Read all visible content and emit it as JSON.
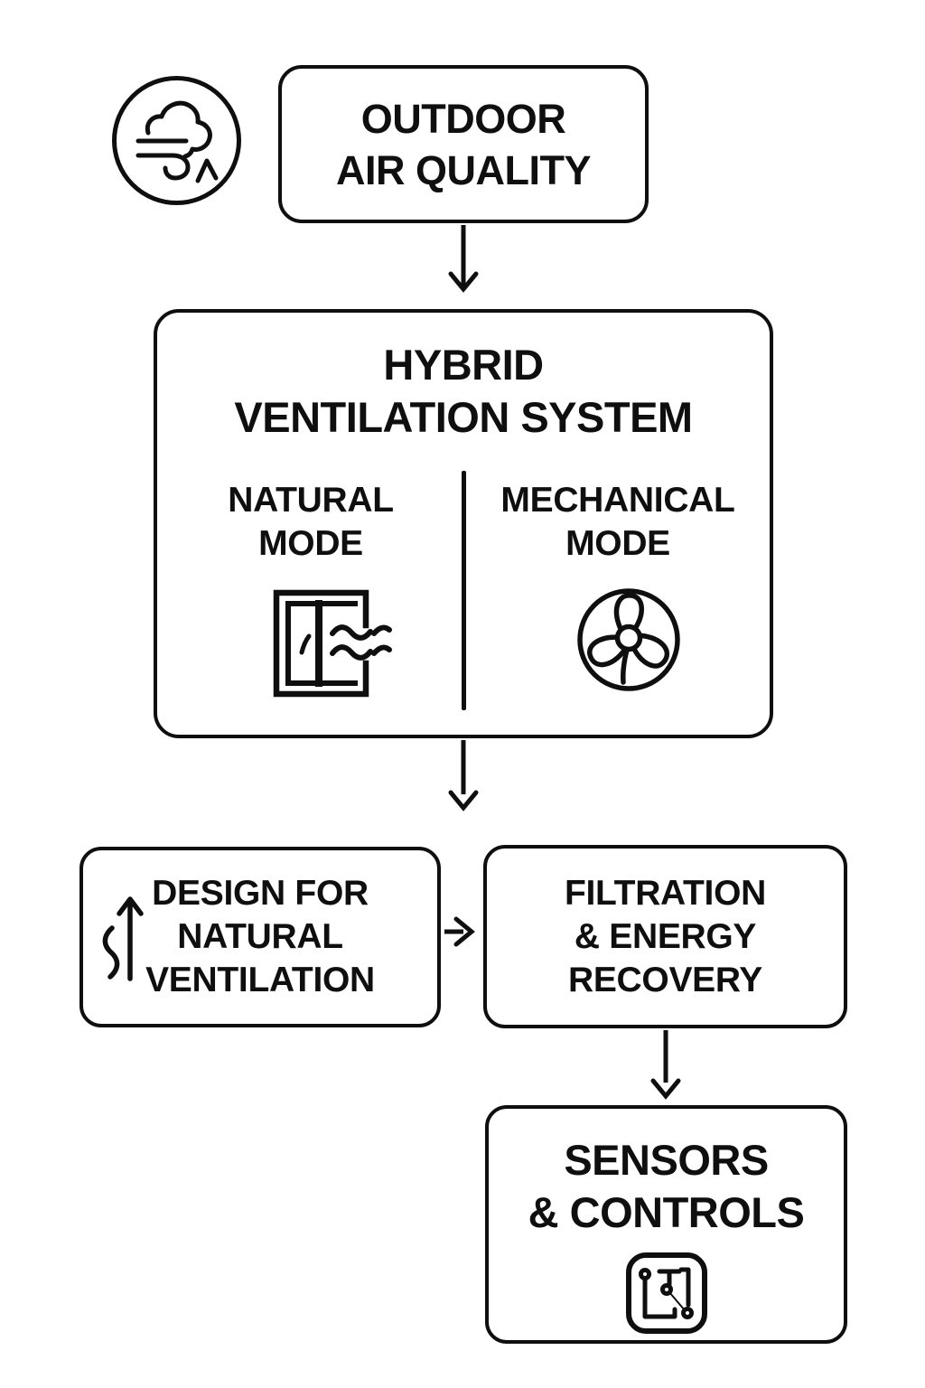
{
  "colors": {
    "ink": "#0f0f0f",
    "background": "#ffffff"
  },
  "diagram": {
    "outdoor": {
      "icon": "wind-cloud-icon",
      "lines": [
        "OUTDOOR",
        "AIR QUALITY"
      ]
    },
    "hybrid": {
      "title_lines": [
        "HYBRID",
        "VENTILATION SYSTEM"
      ],
      "natural": {
        "icon": "open-window-airflow-icon",
        "lines": [
          "NATURAL",
          "MODE"
        ]
      },
      "mechanical": {
        "icon": "fan-icon",
        "lines": [
          "MECHANICAL",
          "MODE"
        ]
      }
    },
    "design": {
      "icon": "rising-air-arrow-icon",
      "lines": [
        "DESIGN FOR",
        "NATURAL",
        "VENTILATION"
      ]
    },
    "filtration": {
      "lines": [
        "FILTRATION",
        "& ENERGY",
        "RECOVERY"
      ]
    },
    "sensors": {
      "icon": "circuit-board-icon",
      "lines": [
        "SENSORS",
        "& CONTROLS"
      ]
    }
  }
}
